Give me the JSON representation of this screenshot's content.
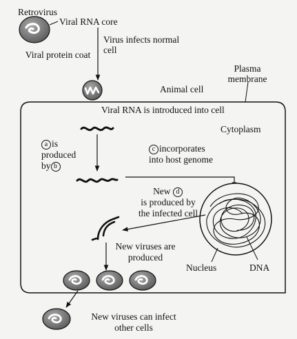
{
  "labels": {
    "retrovirus": "Retrovirus",
    "viral_rna_core": "Viral RNA core",
    "viral_protein_coat": "Viral protein coat",
    "virus_infects": "Virus infects normal cell",
    "plasma_membrane": "Plasma membrane",
    "animal_cell": "Animal cell",
    "rna_introduced": "Viral RNA is introduced into cell",
    "cytoplasm": "Cytoplasm",
    "a_produced_by_b": {
      "a": "a",
      "is": "is",
      "produced": "produced",
      "by": "by",
      "b": "b"
    },
    "c_incorporates": {
      "c": "c",
      "incorporates": "incorporates",
      "rest": "into host genome"
    },
    "new_d": {
      "new": "New",
      "d": "d",
      "line2": "is produced by",
      "line3": "the infected cell"
    },
    "new_viruses_produced": "New viruses are produced",
    "nucleus": "Nucleus",
    "dna": "DNA",
    "new_viruses_infect": "New viruses can infect other cells"
  },
  "colors": {
    "ink": "#111111",
    "background": "#f4f4f2",
    "virus_fill": "#7a7a7a",
    "virus_core": "#ffffff"
  }
}
